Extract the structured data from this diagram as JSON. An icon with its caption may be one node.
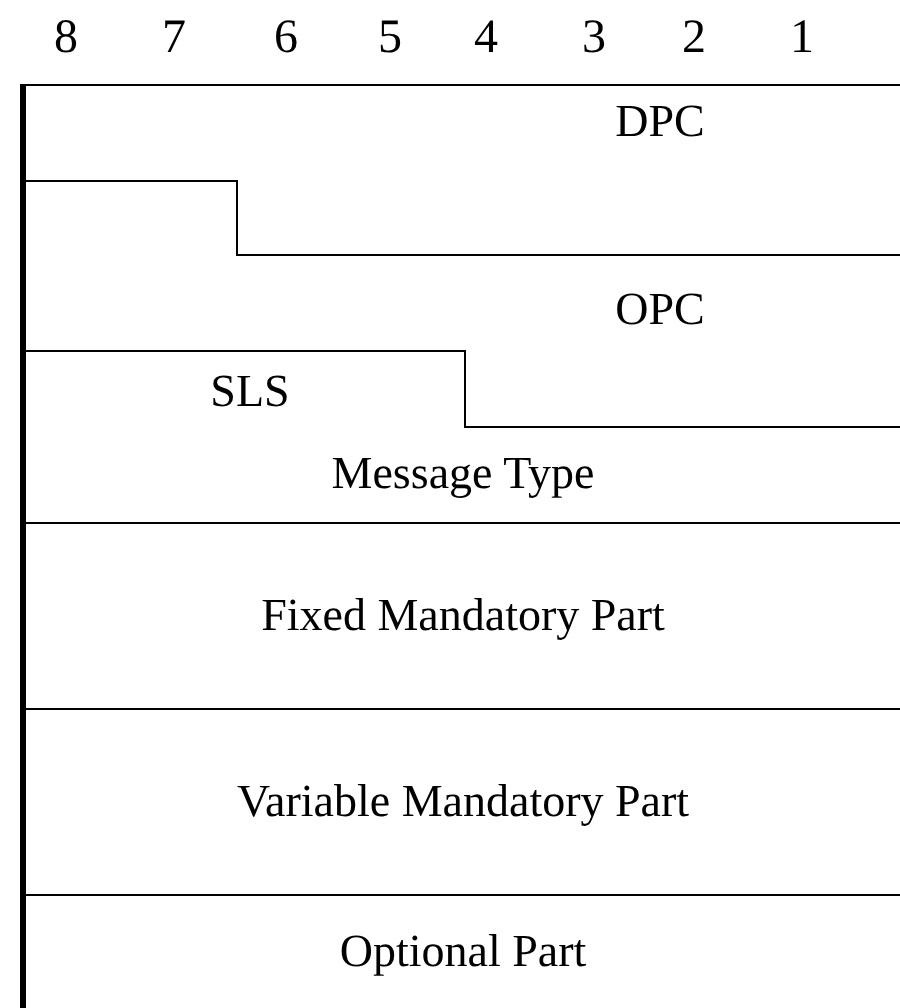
{
  "diagram": {
    "nodes": [
      {
        "text": [
          "DPC"
        ]
      },
      {
        "text": [
          "OPC"
        ]
      },
      {
        "text": [
          "SLS"
        ]
      },
      {
        "text": [
          "Message Type"
        ]
      },
      {
        "text": [
          "Fixed Mandatory Part"
        ]
      },
      {
        "text": [
          "Variable Mandatory Part"
        ]
      },
      {
        "text": [
          "Optional  Part"
        ]
      }
    ],
    "labels": [
      "8",
      "7",
      "6",
      "5",
      "4",
      "3",
      "2",
      "1"
    ]
  }
}
